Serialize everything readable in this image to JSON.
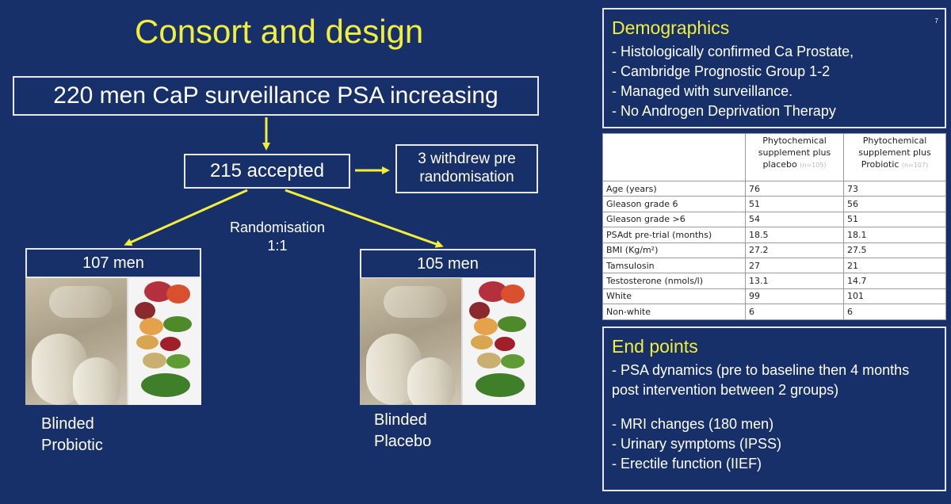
{
  "slide": {
    "title": "Consort and design",
    "page_number": "7"
  },
  "flow": {
    "enrolled": "220 men CaP surveillance PSA increasing",
    "accepted": "215 accepted",
    "withdrew": "3 withdrew pre\nrandomisation",
    "randomisation": "Randomisation\n1:1",
    "arm_left_count": "107 men",
    "arm_right_count": "105 men",
    "arm_left_label": "Blinded\nProbiotic",
    "arm_right_label": "Blinded\nPlacebo"
  },
  "colors": {
    "background": "#17306a",
    "title": "#f2ee3c",
    "arrow": "#f2ee3c",
    "border": "#e8e8e8"
  },
  "demographics": {
    "title": "Demographics",
    "items": [
      "- Histologically confirmed Ca Prostate,",
      "- Cambridge Prognostic Group 1-2",
      "- Managed with surveillance.",
      "- No Androgen Deprivation Therapy"
    ]
  },
  "table": {
    "col2_header": "Phytochemical supplement plus placebo",
    "col2_n": "(n=105)",
    "col3_header": "Phytochemical supplement plus Probiotic",
    "col3_n": "(n=107)",
    "rows": [
      {
        "label": "Age (years)",
        "placebo": "76",
        "probiotic": "73"
      },
      {
        "label": "Gleason grade 6",
        "placebo": "51",
        "probiotic": "56"
      },
      {
        "label": "Gleason grade >6",
        "placebo": "54",
        "probiotic": "51"
      },
      {
        "label": "PSAdt pre-trial (months)",
        "placebo": "18.5",
        "probiotic": "18.1"
      },
      {
        "label": "BMI (Kg/m²)",
        "placebo": "27.2",
        "probiotic": "27.5"
      },
      {
        "label": "Tamsulosin",
        "placebo": "27",
        "probiotic": "21"
      },
      {
        "label": "Testosterone (nmols/l)",
        "placebo": "13.1",
        "probiotic": "14.7"
      },
      {
        "label": "White",
        "placebo": "99",
        "probiotic": "101"
      },
      {
        "label": "Non-white",
        "placebo": "6",
        "probiotic": "6"
      }
    ]
  },
  "endpoints": {
    "title": "End points",
    "item1": "- PSA dynamics (pre to baseline then 4 months post intervention between 2 groups)",
    "items": [
      "- MRI changes (180 men)",
      "- Urinary symptoms (IPSS)",
      "- Erectile function (IIEF)"
    ]
  }
}
